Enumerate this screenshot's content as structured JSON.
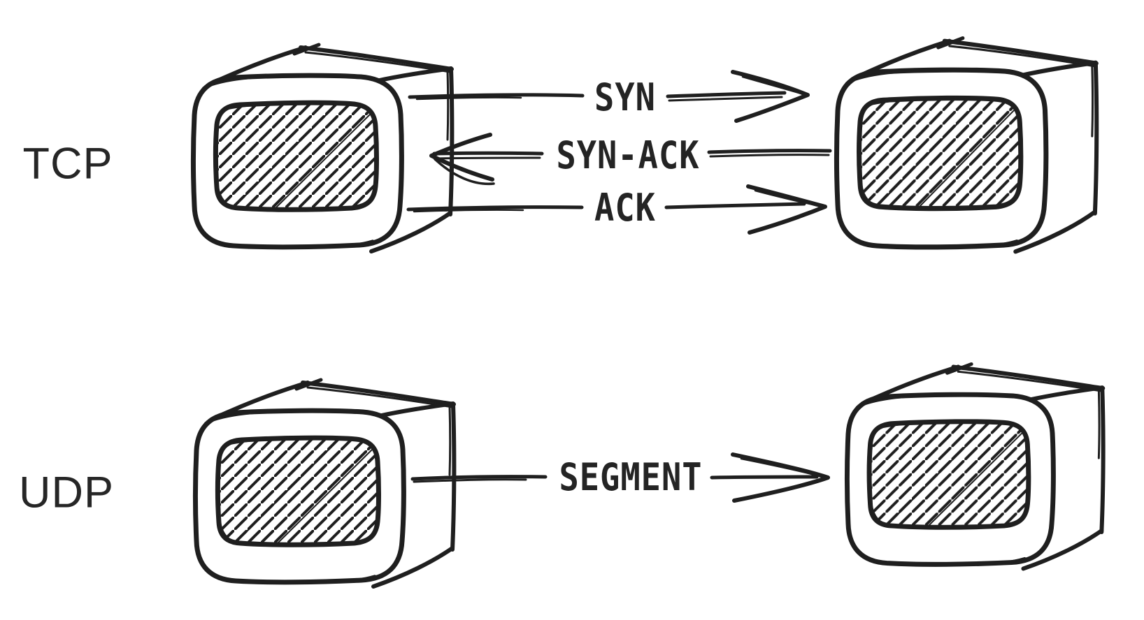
{
  "diagram": {
    "background_color": "#ffffff",
    "ink_color": "#1f1f1f",
    "rows": [
      {
        "protocol": "TCP",
        "messages": [
          {
            "label": "SYN",
            "direction": "right"
          },
          {
            "label": "SYN-ACK",
            "direction": "left"
          },
          {
            "label": "ACK",
            "direction": "right"
          }
        ]
      },
      {
        "protocol": "UDP",
        "messages": [
          {
            "label": "SEGMENT",
            "direction": "right"
          }
        ]
      }
    ]
  }
}
